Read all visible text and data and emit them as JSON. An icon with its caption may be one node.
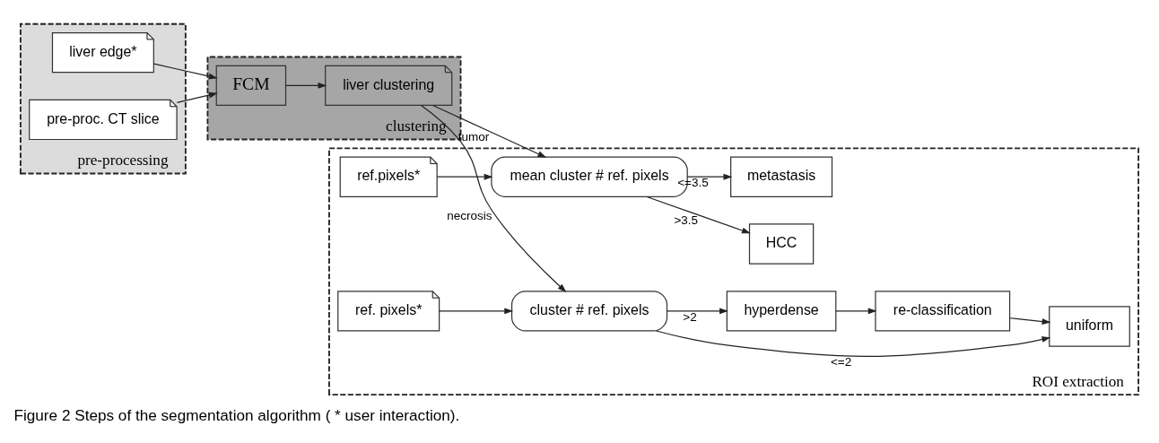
{
  "diagram": {
    "caption": "Figure 2 Steps of the segmentation algorithm ( * user interaction).",
    "nodes": [
      {
        "text": [
          "pre-processing"
        ]
      },
      {
        "text": [
          "liver edge*"
        ],
        "in": 0
      },
      {
        "text": [
          "pre-proc. CT slice"
        ],
        "in": 0
      },
      {
        "text": [
          "clustering"
        ]
      },
      {
        "text": [
          "FCM"
        ],
        "in": 3
      },
      {
        "text": [
          "liver clustering"
        ],
        "in": 3
      },
      {
        "text": [
          "ROI extraction"
        ]
      },
      {
        "text": [
          "ref.pixels*"
        ],
        "in": 6
      },
      {
        "text": [
          "mean cluster # ref. pixels"
        ],
        "in": 6
      },
      {
        "text": [
          "HCC"
        ],
        "in": 6
      },
      {
        "text": [
          "metastasis"
        ],
        "in": 6
      },
      {
        "text": [
          "cluster # ref. pixels"
        ],
        "in": 6
      },
      {
        "text": [
          "ref. pixels*"
        ],
        "in": 6
      },
      {
        "text": [
          "uniform"
        ],
        "in": 6
      },
      {
        "text": [
          "re-classification"
        ],
        "in": 6
      },
      {
        "text": [
          "hyperdense"
        ],
        "in": 6
      }
    ],
    "edges": [
      {
        "from": 1,
        "to": 4,
        "arrow": "to"
      },
      {
        "from": 2,
        "to": 4,
        "arrow": "to"
      },
      {
        "from": 4,
        "to": 5,
        "arrow": "to"
      },
      {
        "from": 5,
        "to": 8,
        "arrow": "to",
        "label": "tumor"
      },
      {
        "from": 5,
        "to": 11,
        "arrow": "to",
        "label": "necrosis"
      },
      {
        "from": 7,
        "to": 8,
        "arrow": "to"
      },
      {
        "from": 8,
        "to": 9,
        "arrow": "to",
        "label": ">3.5"
      },
      {
        "from": 8,
        "to": 10,
        "arrow": "to",
        "label": "<=3.5"
      },
      {
        "from": 12,
        "to": 11,
        "arrow": "to"
      },
      {
        "from": 11,
        "to": 13,
        "arrow": "to",
        "label": "<=2"
      },
      {
        "from": 11,
        "to": 15,
        "arrow": "to",
        "label": ">2"
      },
      {
        "from": 15,
        "to": 14,
        "arrow": "to"
      },
      {
        "from": 14,
        "to": 13,
        "arrow": "to"
      }
    ]
  }
}
